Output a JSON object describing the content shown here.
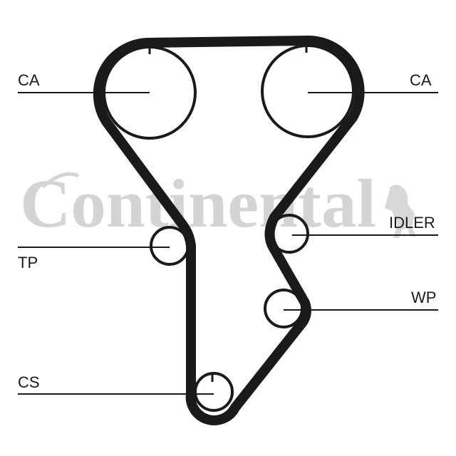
{
  "watermark": {
    "brand": "Continental"
  },
  "labels": {
    "ca_left": "CA",
    "ca_right": "CA",
    "tp": "TP",
    "idler": "IDLER",
    "wp": "WP",
    "cs": "CS"
  },
  "colors": {
    "belt": "#1a1a1a",
    "watermark": "#d4d4d4"
  }
}
